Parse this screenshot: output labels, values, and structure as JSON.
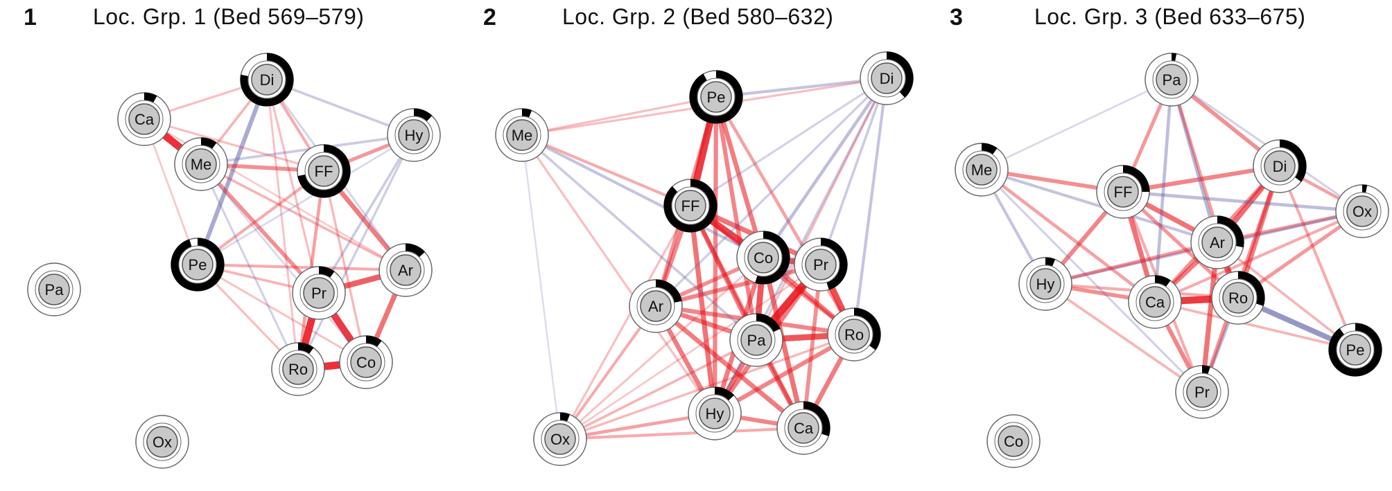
{
  "colors": {
    "positive": "#e8151b",
    "negative": "#5c5ca8",
    "node_fill": "#c8c8c8",
    "ring": "#000000"
  },
  "panels": [
    {
      "number": "1",
      "title": "Loc. Grp. 1 (Bed 569–579)",
      "nodes": [
        {
          "label": "Di",
          "share": 0.78
        },
        {
          "label": "Ca",
          "share": 0.08
        },
        {
          "label": "Me",
          "share": 0.1
        },
        {
          "label": "FF",
          "share": 0.72
        },
        {
          "label": "Hy",
          "share": 0.12
        },
        {
          "label": "Pe",
          "share": 0.95
        },
        {
          "label": "Pa",
          "share": 0.0
        },
        {
          "label": "Ar",
          "share": 0.13
        },
        {
          "label": "Pr",
          "share": 0.1
        },
        {
          "label": "Ro",
          "share": 0.1
        },
        {
          "label": "Co",
          "share": 0.1
        },
        {
          "label": "Ox",
          "share": 0.0
        }
      ]
    },
    {
      "number": "2",
      "title": "Loc. Grp. 2 (Bed 580–632)",
      "nodes": [
        {
          "label": "Pe",
          "share": 0.92
        },
        {
          "label": "Di",
          "share": 0.38
        },
        {
          "label": "Me",
          "share": 0.06
        },
        {
          "label": "FF",
          "share": 0.88
        },
        {
          "label": "Co",
          "share": 0.55
        },
        {
          "label": "Pr",
          "share": 0.45
        },
        {
          "label": "Ar",
          "share": 0.22
        },
        {
          "label": "Pa",
          "share": 0.18
        },
        {
          "label": "Ro",
          "share": 0.35
        },
        {
          "label": "Hy",
          "share": 0.13
        },
        {
          "label": "Ca",
          "share": 0.3
        },
        {
          "label": "Ox",
          "share": 0.06
        }
      ]
    },
    {
      "number": "3",
      "title": "Loc. Grp. 3 (Bed 633–675)",
      "nodes": [
        {
          "label": "Pa",
          "share": 0.03
        },
        {
          "label": "Me",
          "share": 0.1
        },
        {
          "label": "Di",
          "share": 0.35
        },
        {
          "label": "FF",
          "share": 0.25
        },
        {
          "label": "Ox",
          "share": 0.03
        },
        {
          "label": "Ar",
          "share": 0.28
        },
        {
          "label": "Hy",
          "share": 0.06
        },
        {
          "label": "Ca",
          "share": 0.1
        },
        {
          "label": "Ro",
          "share": 0.3
        },
        {
          "label": "Pe",
          "share": 0.9
        },
        {
          "label": "Pr",
          "share": 0.05
        },
        {
          "label": "Co",
          "share": 0.0
        }
      ]
    }
  ]
}
